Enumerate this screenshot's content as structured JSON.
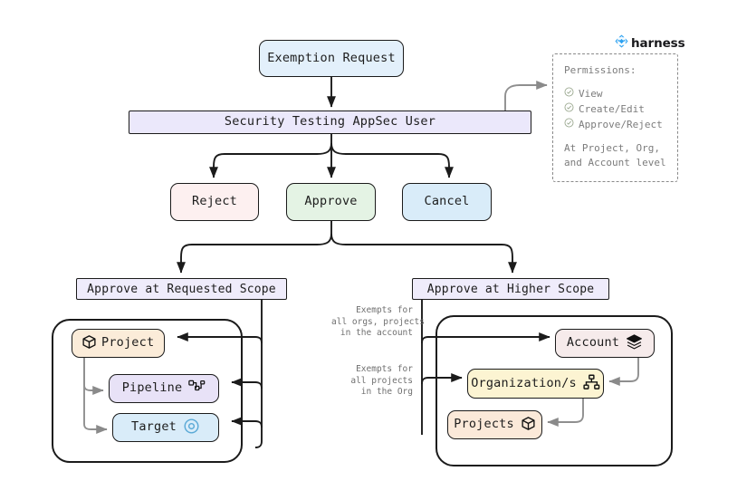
{
  "brand": {
    "name": "harness",
    "logo_icon": "harness-diamond-icon",
    "accent_color": "#2ba1f1"
  },
  "flow": {
    "start": {
      "label": "Exemption Request",
      "color": "#e3f0fb"
    },
    "actor": {
      "label": "Security Testing AppSec User",
      "color": "#ebe8fb"
    },
    "actions": [
      {
        "label": "Reject",
        "color": "#fdf0f0"
      },
      {
        "label": "Approve",
        "color": "#e4f3e4"
      },
      {
        "label": "Cancel",
        "color": "#d9ecf9"
      }
    ],
    "scopes": [
      {
        "label": "Approve at Requested Scope",
        "color": "#efecfb"
      },
      {
        "label": "Approve at Higher Scope",
        "color": "#efecfb"
      }
    ]
  },
  "requested_scope": {
    "nodes": [
      {
        "label": "Project",
        "icon": "cube-icon",
        "color": "#fbecd9"
      },
      {
        "label": "Pipeline",
        "icon": "pipeline-icon",
        "color": "#e8e2f7"
      },
      {
        "label": "Target",
        "icon": "target-icon",
        "color": "#d9ecf9"
      }
    ]
  },
  "higher_scope": {
    "nodes": [
      {
        "label": "Account",
        "icon": "layers-icon",
        "color": "#f6ebeb"
      },
      {
        "label": "Organization/s",
        "icon": "org-chart-icon",
        "color": "#fcf4d2"
      },
      {
        "label": "Projects",
        "icon": "cube-icon",
        "color": "#fbe9d9"
      }
    ],
    "edge_labels": [
      "Exempts for\nall orgs, projects\nin the account",
      "Exempts for\nall projects\nin the Org"
    ]
  },
  "permissions": {
    "title": "Permissions:",
    "items": [
      {
        "label": "View",
        "icon": "check-circle-icon"
      },
      {
        "label": "Create/Edit",
        "icon": "check-circle-icon"
      },
      {
        "label": "Approve/Reject",
        "icon": "check-circle-icon"
      }
    ],
    "note": "At Project, Org,\nand Account level"
  }
}
